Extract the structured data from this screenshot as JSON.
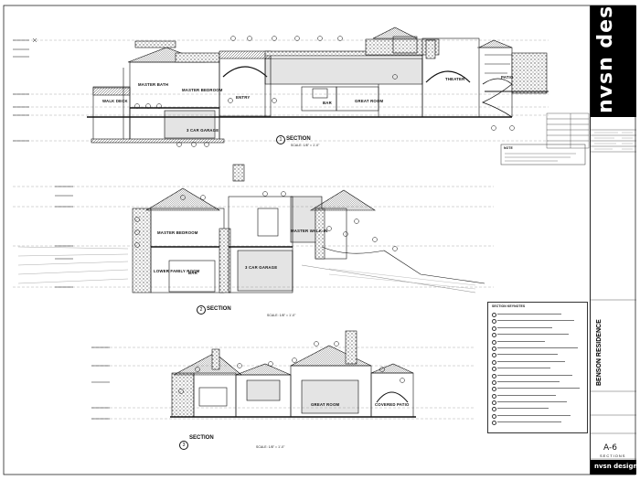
{
  "sheet": {
    "sections": [
      {
        "number": "1",
        "title": "SECTION",
        "scale": "SCALE: 1/8\" = 1'-0\""
      },
      {
        "number": "2",
        "title": "SECTION",
        "scale": "SCALE: 1/8\" = 1'-0\""
      },
      {
        "number": "3",
        "title": "SECTION",
        "scale": "SCALE: 1/8\" = 1'-0\""
      }
    ],
    "rooms": {
      "walk_deck": "WALK DECK",
      "master_bath": "MASTER BATH",
      "master_bedroom": "MASTER BEDROOM",
      "entry": "ENTRY",
      "bar": "BAR",
      "great_room": "GREAT ROOM",
      "theater": "THEATER",
      "three_car_garage": "3 CAR GARAGE",
      "patio": "PATIO",
      "master_bedroom_2": "MASTER BEDROOM",
      "master_walk_in": "MASTER WALK-IN",
      "lower_family_room": "LOWER FAMILY ROOM",
      "bar_2": "BAR",
      "three_car_garage_2": "3 CAR GARAGE",
      "great_room_3": "GREAT ROOM",
      "covered_patio": "COVERED PATIO"
    },
    "notes_header": "SECTION KEYNOTES",
    "note_block": "NOTE"
  },
  "title_block": {
    "logo": "nvsn design",
    "project": "BENSON RESIDENCE",
    "sheet_number": "A-6",
    "sheet_name": "SECTIONS",
    "footer_logo": "nvsn design"
  }
}
